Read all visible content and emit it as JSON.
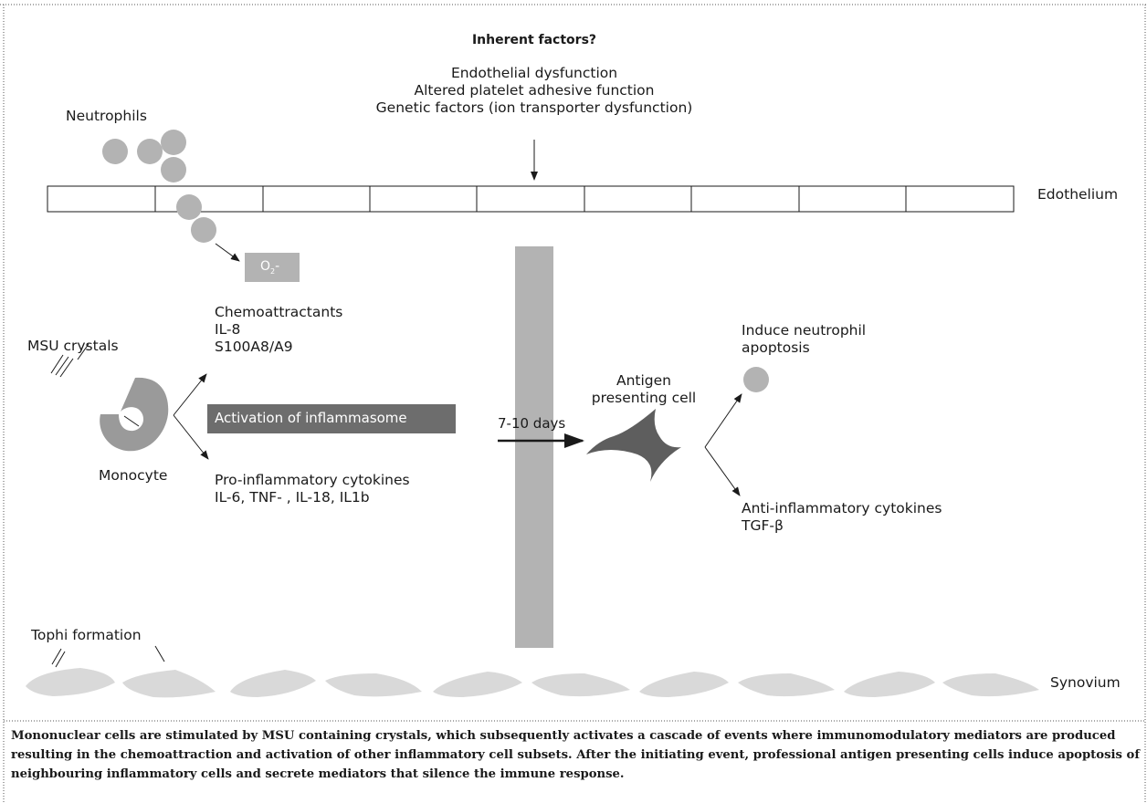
{
  "header": {
    "top_text": "",
    "inherent_title": "Inherent factors?",
    "inherent_lines": [
      "Endothelial dysfunction",
      "Altered platelet adhesive function",
      "Genetic factors (ion transporter dysfunction)"
    ]
  },
  "labels": {
    "neutrophils": "Neutrophils",
    "endothelium": "Edothelium",
    "o2": "O",
    "o2_sub": "2",
    "o2_suffix": "-",
    "chemo": [
      "Chemoattractants",
      "IL-8",
      "S100A8/A9"
    ],
    "msu": "MSU crystals",
    "monocyte": "Monocyte",
    "activation": "Activation of inflammasome",
    "proinflam": [
      "Pro-inflammatory cytokines",
      "IL-6, TNF-  , IL-18, IL1b"
    ],
    "days": "7-10 days",
    "apc": [
      "Antigen",
      "presenting cell"
    ],
    "apoptosis": [
      "Induce neutrophil",
      "apoptosis"
    ],
    "antiinflam": [
      "Anti-inflammatory cytokines",
      "TGF-β"
    ],
    "tophi": "Tophi formation",
    "synovium": "Synovium"
  },
  "caption": "Mononuclear cells are stimulated by MSU containing crystals, which subsequently activates a cascade of events where immunomodulatory mediators are produced resulting in the chemoattraction and activation of other inflammatory cell subsets. After the initiating event, professional antigen presenting cells induce apoptosis of neighbouring inflammatory cells and secrete mediators that silence the immune response.",
  "colors": {
    "cell": "#b3b3b3",
    "dark_box": "#6d6d6d",
    "star": "#5e5e5e",
    "synovium": "#d9d9d9",
    "monocyte": "#9a9a9a"
  }
}
